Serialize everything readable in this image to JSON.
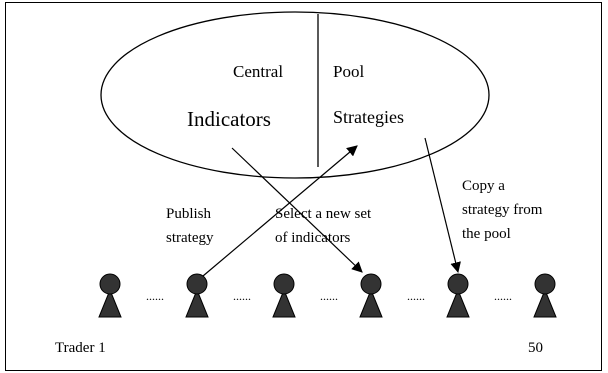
{
  "pool": {
    "title_left": "Central",
    "title_right": "Pool",
    "left_label": "Indicators",
    "right_label": "Strategies"
  },
  "annotations": {
    "publish": [
      "Publish",
      "strategy"
    ],
    "select": [
      "Select a new set",
      "of indicators"
    ],
    "copy": [
      "Copy a",
      "strategy from",
      "the pool"
    ]
  },
  "traders": {
    "count": 6,
    "separator": "......",
    "first_label": "Trader  1",
    "last_label": "50"
  }
}
